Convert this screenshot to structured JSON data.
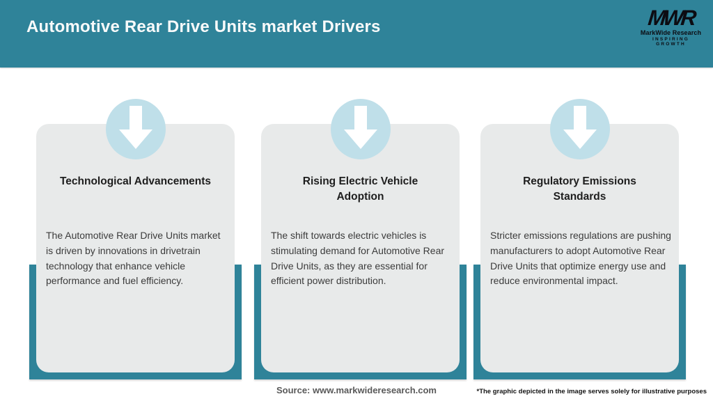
{
  "header": {
    "title": "Automotive Rear Drive Units market Drivers",
    "logo": {
      "mark": "MWR",
      "name": "MarkWide Research",
      "tagline": "INSPIRING GROWTH"
    }
  },
  "cards": [
    {
      "icon": "down-arrow-icon",
      "title": "Technological Advancements",
      "body": "The Automotive Rear Drive Units market is driven by innovations in drivetrain technology that enhance vehicle performance and fuel efficiency."
    },
    {
      "icon": "down-arrow-icon",
      "title": "Rising Electric Vehicle Adoption",
      "body": "The shift towards electric vehicles is stimulating demand for Automotive Rear Drive Units, as they are essential for efficient power distribution."
    },
    {
      "icon": "down-arrow-icon",
      "title": "Regulatory Emissions Standards",
      "body": "Stricter emissions regulations are pushing manufacturers to adopt Automotive Rear Drive Units that optimize energy use and reduce environmental impact."
    }
  ],
  "footer": {
    "source": "Source: www.markwideresearch.com",
    "disclaimer": "*The graphic depicted in the image serves solely for illustrative purposes"
  },
  "colors": {
    "teal": "#2F8399",
    "badge_blue": "#BFDFE9",
    "card_bg": "#E8EAEA",
    "title_text": "#F8FAFA"
  }
}
